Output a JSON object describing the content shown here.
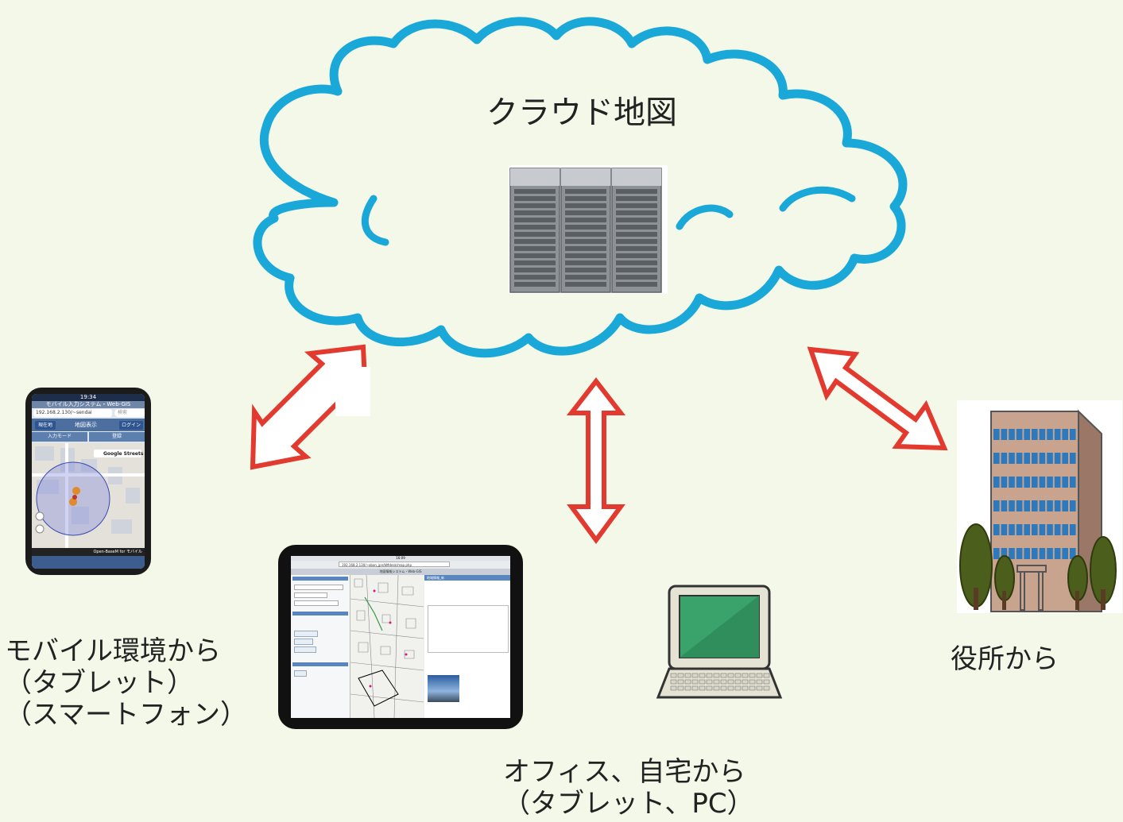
{
  "cloud": {
    "title": "クラウド地図"
  },
  "mobile": {
    "label_lines": [
      "モバイル環境から",
      "（タブレット）",
      "（スマートフォン）"
    ],
    "phone": {
      "time": "19:34",
      "app_title": "モバイル入力システム・Web-GIS",
      "url": "192.168.2.130/~sendai",
      "search_placeholder": "検索",
      "btn_current": "現在地",
      "btn_map": "地図表示",
      "btn_login": "ログイン",
      "mode_input": "入力モード",
      "mode_register": "登録",
      "map_layer": "Google Streets",
      "footer": "Open-BaseM for モバイル"
    }
  },
  "office": {
    "label_lines": [
      "オフィス、自宅から",
      "（タブレット、PC）"
    ],
    "tablet": {
      "time": "16:09",
      "url": "192.168.2.130/~oban_jpn/bMdesk/map.php",
      "app_title": "地図情報システム・Web-GIS",
      "panel_title": "地域情報_新"
    }
  },
  "cityhall": {
    "label": "役所から"
  },
  "colors": {
    "cloud_stroke": "#1aa8d8",
    "arrow_stroke": "#e23a2e",
    "arrow_fill": "#ffffff",
    "background": "#f3f8e8"
  }
}
